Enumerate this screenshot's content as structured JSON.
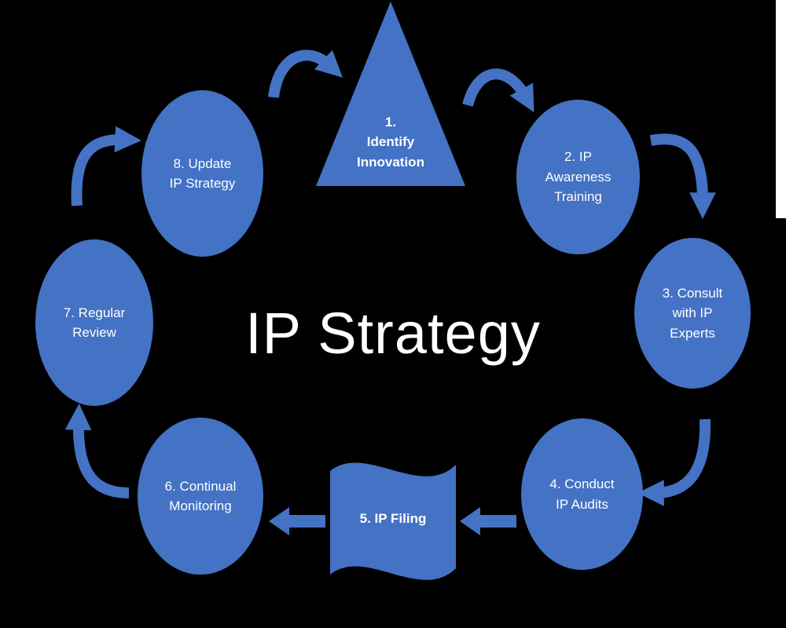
{
  "title": "IP Strategy",
  "colors": {
    "shape": "#4472C4",
    "background": "#000000",
    "text": "#ffffff"
  },
  "steps": [
    {
      "id": 1,
      "shape": "triangle",
      "label": "1.\nIdentify\nInnovation"
    },
    {
      "id": 2,
      "shape": "ellipse",
      "label": "2. IP\nAwareness\nTraining"
    },
    {
      "id": 3,
      "shape": "ellipse",
      "label": "3. Consult\nwith IP\nExperts"
    },
    {
      "id": 4,
      "shape": "ellipse",
      "label": "4. Conduct\nIP Audits"
    },
    {
      "id": 5,
      "shape": "wave",
      "label": "5. IP Filing"
    },
    {
      "id": 6,
      "shape": "ellipse",
      "label": "6. Continual\nMonitoring"
    },
    {
      "id": 7,
      "shape": "ellipse",
      "label": "7. Regular\nReview"
    },
    {
      "id": 8,
      "shape": "ellipse",
      "label": "8. Update\nIP Strategy"
    }
  ],
  "arrows": [
    "curved-arrow-8-to-1",
    "curved-arrow-1-to-2",
    "curved-arrow-2-to-3",
    "curved-arrow-3-to-4",
    "left-arrow-4-to-5",
    "left-arrow-5-to-6",
    "curved-arrow-6-to-7",
    "curved-arrow-7-to-8"
  ]
}
